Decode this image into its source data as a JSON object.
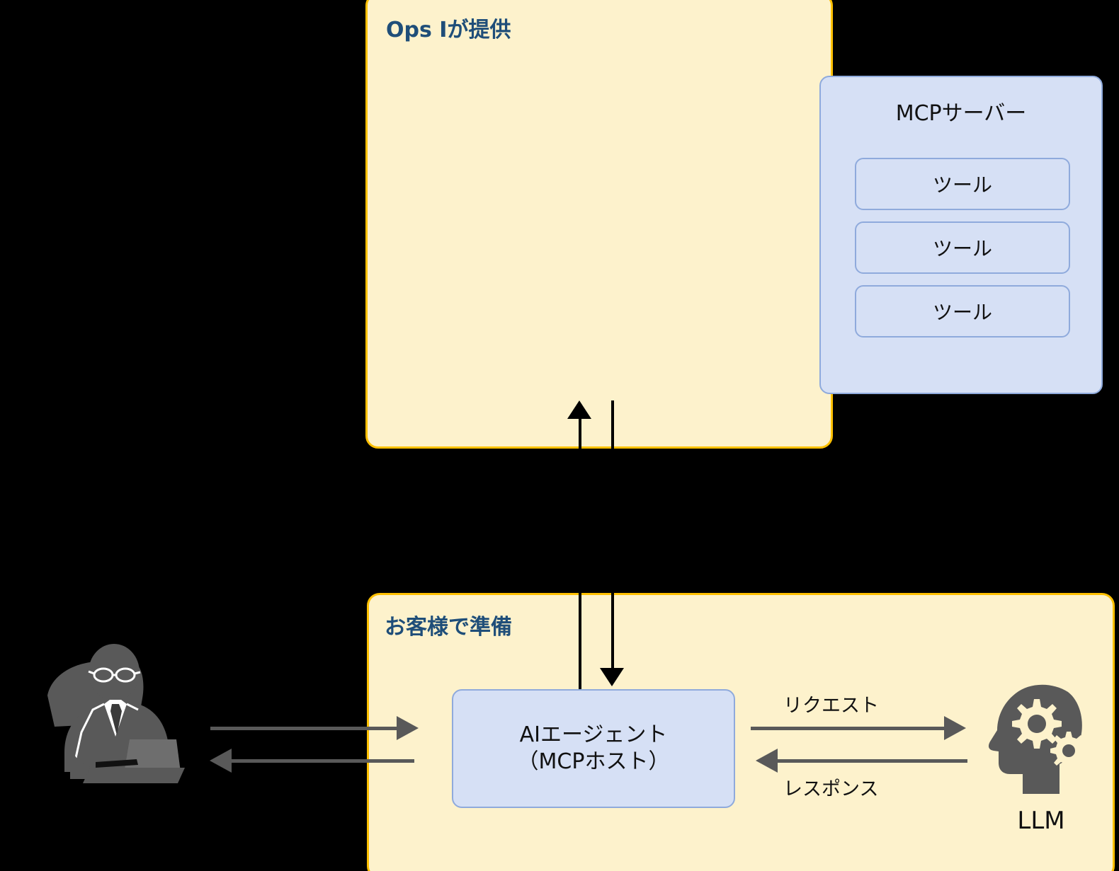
{
  "diagram": {
    "background_color": "#000000",
    "panels": [
      {
        "id": "provider",
        "title": "Ops Iが提供",
        "fill": "#FDF2CC",
        "border": "#FFC000",
        "title_color": "#1F4E79"
      },
      {
        "id": "customer",
        "title": "お客様で準備",
        "fill": "#FDF2CC",
        "border": "#FFC000",
        "title_color": "#1F4E79"
      }
    ],
    "mcp_server": {
      "label": "MCPサーバー",
      "fill": "#D6E0F5",
      "border": "#8FAADC",
      "tools": [
        {
          "label": "ツール"
        },
        {
          "label": "ツール"
        },
        {
          "label": "ツール"
        }
      ]
    },
    "ai_agent": {
      "line1": "AIエージェント",
      "line2": "（MCPホスト）",
      "fill": "#D6E0F5",
      "border": "#8FAADC"
    },
    "llm": {
      "label": "LLM",
      "icon": "head-with-gears-icon",
      "icon_color": "#595959"
    },
    "user": {
      "icon": "businessman-with-laptop-icon",
      "icon_color": "#595959"
    },
    "edges": [
      {
        "id": "request",
        "label": "リクエスト",
        "direction": "right",
        "color": "#595959"
      },
      {
        "id": "response",
        "label": "レスポンス",
        "direction": "left",
        "color": "#595959"
      },
      {
        "id": "user-to-agent",
        "label": "",
        "direction": "right",
        "color": "#595959"
      },
      {
        "id": "agent-to-user",
        "label": "",
        "direction": "left",
        "color": "#595959"
      },
      {
        "id": "agent-to-server",
        "label": "",
        "direction": "up",
        "color": "#000000"
      },
      {
        "id": "server-to-agent",
        "label": "",
        "direction": "down",
        "color": "#000000"
      }
    ]
  }
}
